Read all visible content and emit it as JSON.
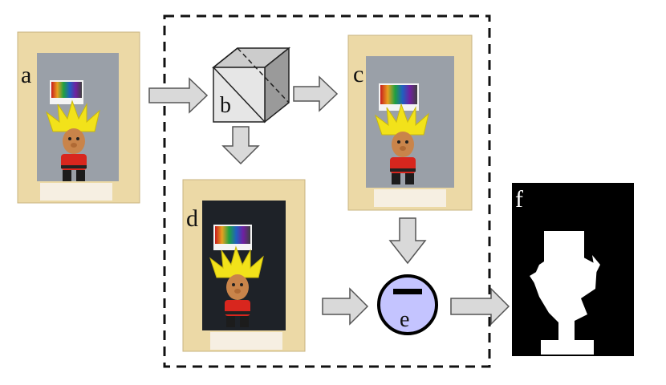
{
  "labels": {
    "a": "a",
    "b": "b",
    "c": "c",
    "d": "d",
    "e": "e",
    "f": "f"
  },
  "colors": {
    "frame": "#ecd9a6",
    "backdrop_gray": "#9aa0a8",
    "backdrop_black": "#1e2228",
    "hair": "#f2e21a",
    "shirt": "#d8261e",
    "arrow_fill": "#d9d9d9",
    "subtract_fill": "#c4c4ff",
    "cube_front": "#e6e6e6",
    "cube_top": "#cccccc",
    "cube_side": "#9a9a9a"
  },
  "icons": {
    "b": "beam-splitter-cube-icon",
    "e": "subtract-operator-icon"
  }
}
